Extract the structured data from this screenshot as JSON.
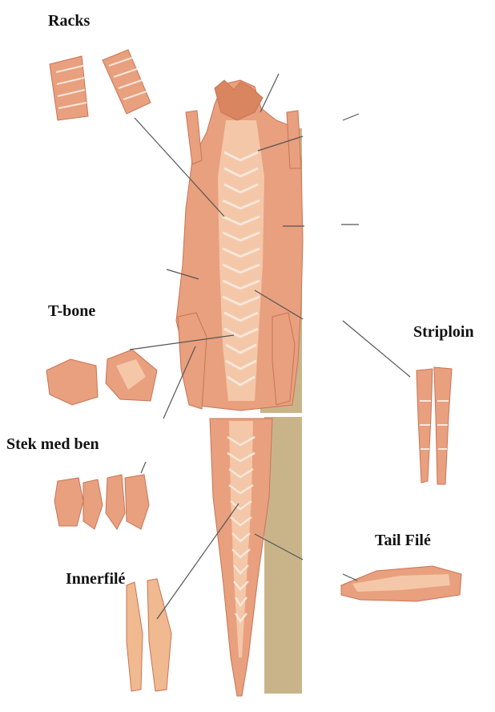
{
  "labels": {
    "racks": "Racks",
    "t_bone": "T-bone",
    "stek_med_ben": "Stek med ben",
    "innerfile": "Innerfilé",
    "striploin": "Striploin",
    "tail_file": "Tail Filé"
  },
  "colors": {
    "meat_light": "#f4c7a8",
    "meat_mid": "#e8a07e",
    "meat_dark": "#c97456",
    "bone": "#f6e7dc",
    "board": "#c9b48a",
    "leader_line": "#555555"
  }
}
